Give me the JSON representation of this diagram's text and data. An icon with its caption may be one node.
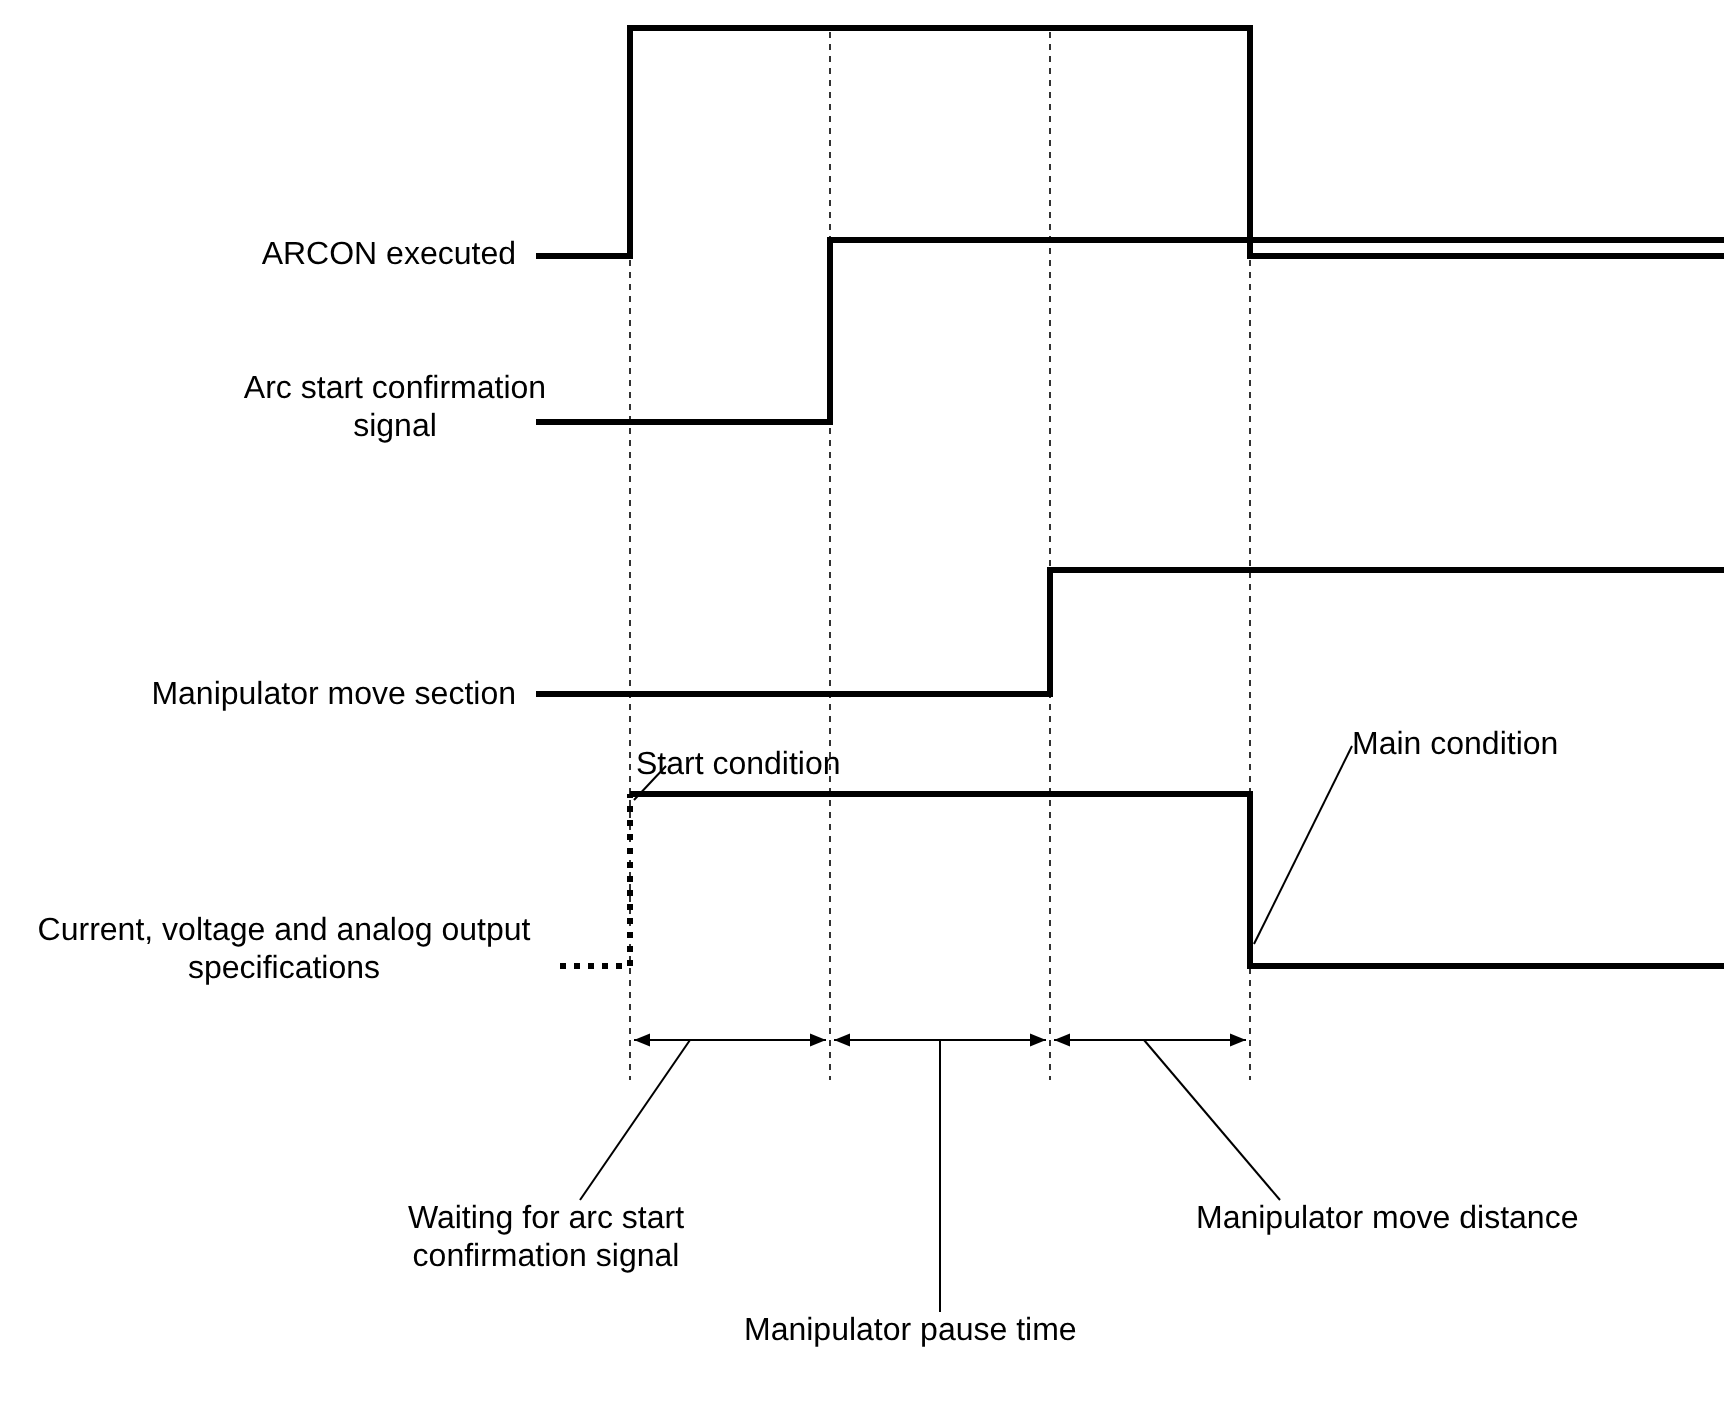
{
  "diagram": {
    "nodes": [
      {
        "text": [
          "Start condition"
        ]
      },
      {
        "text": [
          "Main condition"
        ]
      },
      {
        "text": [
          "Waiting for arc start confirmation signal"
        ]
      },
      {
        "text": [
          "Manipulator pause time"
        ]
      },
      {
        "text": [
          "Manipulator move distance"
        ]
      }
    ],
    "edges": [
      {
        "from": 0,
        "to": null,
        "arrow": "none"
      },
      {
        "from": 1,
        "to": null,
        "arrow": "none"
      },
      {
        "from": 2,
        "to": null,
        "arrow": "none"
      },
      {
        "from": 3,
        "to": null,
        "arrow": "none"
      },
      {
        "from": 4,
        "to": null,
        "arrow": "none"
      }
    ],
    "labels": [
      "ARCON executed",
      "Arc start confirmation signal",
      "Manipulator move section",
      "Current, voltage and analog output specifications"
    ]
  }
}
